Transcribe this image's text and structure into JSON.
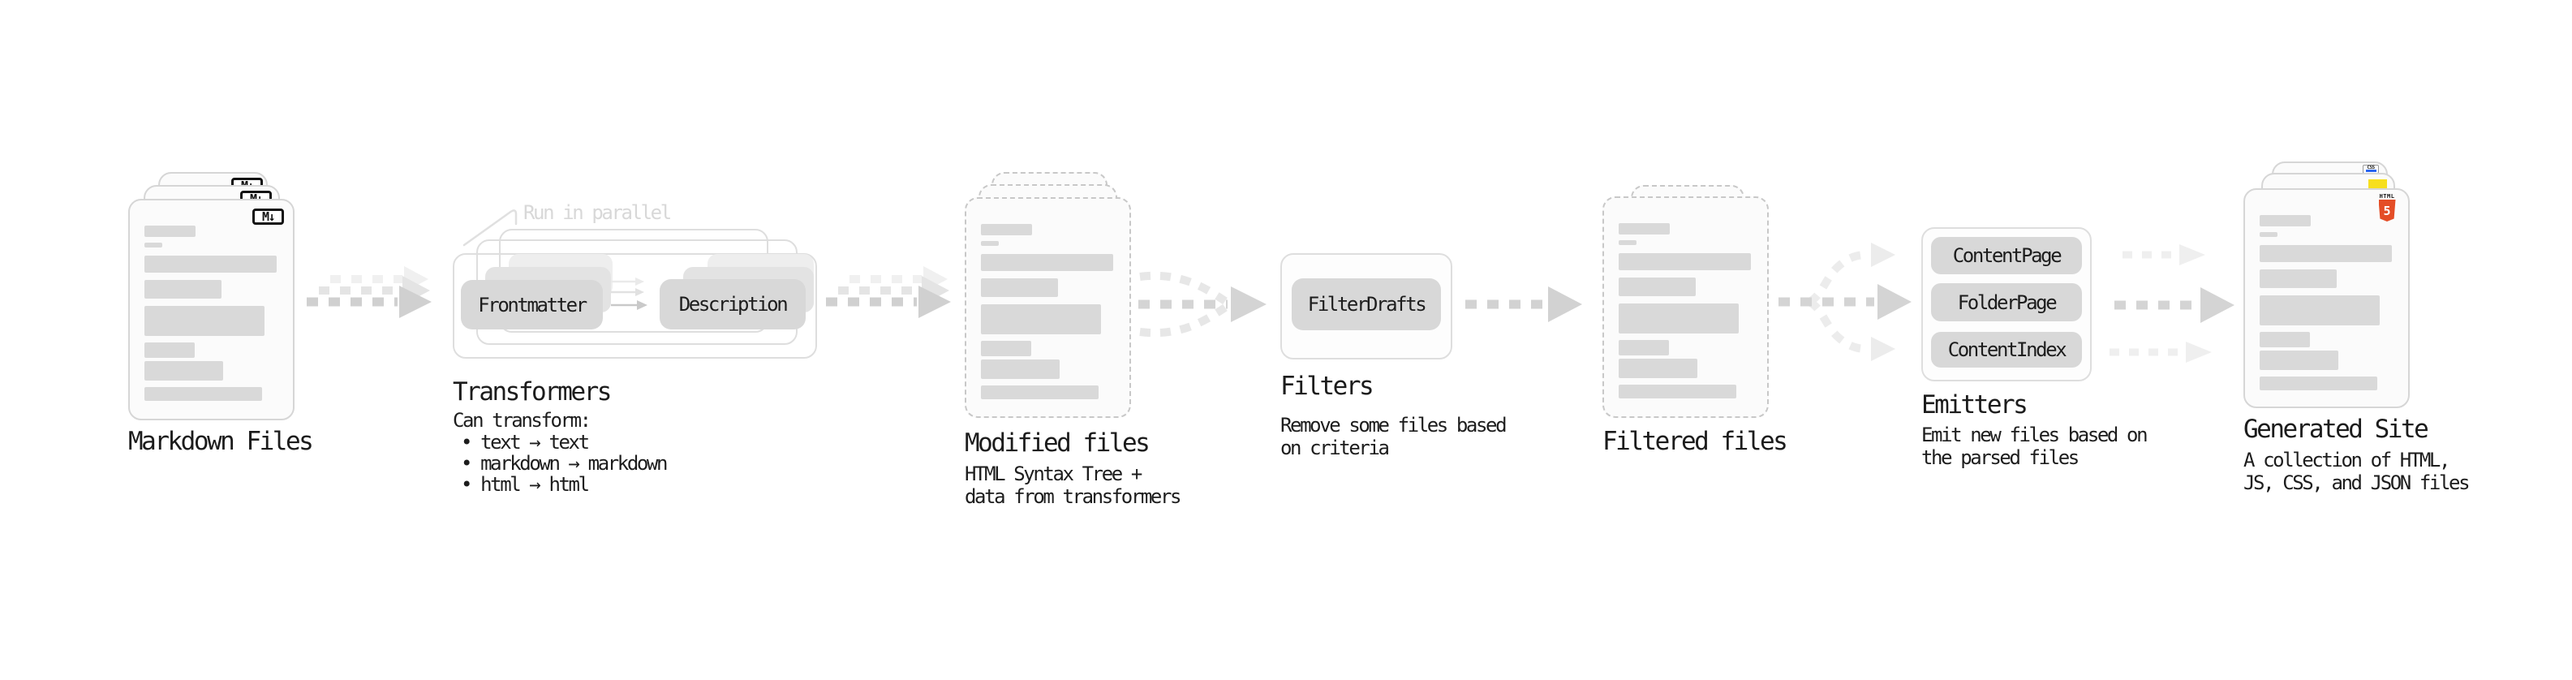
{
  "diagram": {
    "markdown_files": {
      "label": "Markdown Files",
      "badge": "M↓"
    },
    "transformers": {
      "note": "Run in parallel",
      "pill_left": "Frontmatter",
      "pill_right": "Description",
      "heading": "Transformers",
      "caption_title": "Can transform:",
      "bullets": [
        "• text → text",
        "• markdown → markdown",
        "• html → html"
      ]
    },
    "modified_files": {
      "label": "Modified files",
      "caption": "HTML Syntax Tree +\ndata from transformers"
    },
    "filters": {
      "pill": "FilterDrafts",
      "heading": "Filters",
      "caption": "Remove some files based\non criteria"
    },
    "filtered_files": {
      "label": "Filtered files"
    },
    "emitters": {
      "pills": [
        "ContentPage",
        "FolderPage",
        "ContentIndex"
      ],
      "heading": "Emitters",
      "caption": "Emit new files based on\nthe parsed files"
    },
    "generated_site": {
      "label": "Generated Site",
      "caption": "A collection of HTML,\nJS, CSS, and JSON files",
      "badge_css": "CSS",
      "badge_html_word": "HTML",
      "badge_html_number": "5"
    },
    "colors": {
      "html5_orange": "#e44d26",
      "js_yellow": "#f7df1e",
      "css_blue": "#2965f1",
      "pill_gray": "#d8d8d8",
      "card_border_gray": "#d6d6d6",
      "arrow_gray": "#d0d0d0"
    }
  }
}
